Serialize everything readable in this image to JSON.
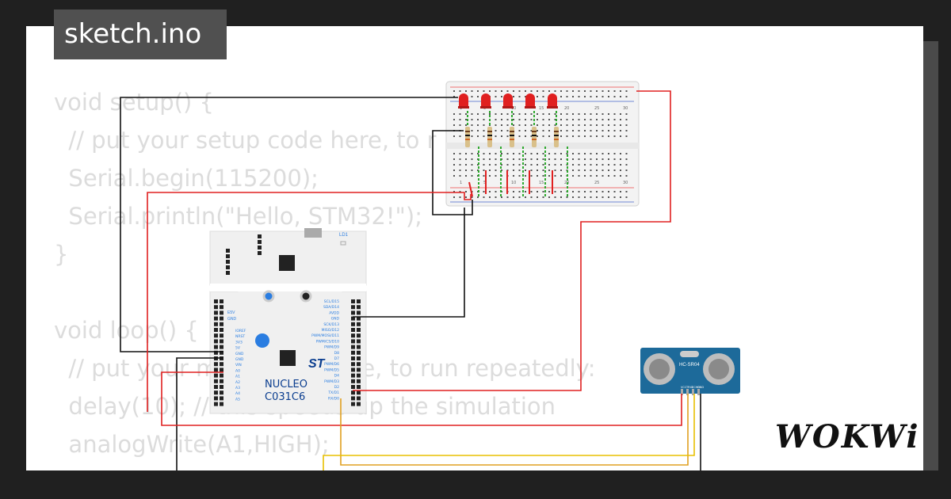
{
  "file": {
    "name": "sketch.ino"
  },
  "code_lines": [
    "void setup() {",
    "  // put your setup code here, to r",
    "  Serial.begin(115200);",
    "  Serial.println(\"Hello, STM32!\");",
    "}",
    "",
    "void loop() {",
    "  // put your main code here, to run repeatedly:",
    "  delay(10); // this speeds up the simulation",
    "  analogWrite(A1,HIGH);",
    "}"
  ],
  "board": {
    "line1": "NUCLEO",
    "line2": "C031C6",
    "brand": "ST",
    "led_label": "LD1",
    "left_header_labels": [
      "IOREF",
      "NRST",
      "3V3",
      "5V",
      "GND",
      "GND",
      "VIN",
      "A0",
      "A1",
      "A2",
      "A3",
      "A4",
      "A5"
    ],
    "right_header_labels": [
      "SCL/D15",
      "SDA/D14",
      "AVDD",
      "GND",
      "SCK/D13",
      "MISO/D12",
      "PWM/MOSI/D11",
      "PWM/CS/D10",
      "PWM/D9",
      "D8",
      "D7",
      "PWM/D6",
      "PWM/D5",
      "D4",
      "PWM/D3",
      "D2",
      "TX/D1",
      "RX/D0"
    ],
    "e5v_label": "E5V",
    "gnd_label": "GND"
  },
  "sensor": {
    "model": "HC-SR04",
    "pins": [
      "VCC",
      "TRIG",
      "ECHO",
      "GND"
    ]
  },
  "breadboard": {
    "col_numbers": [
      "1",
      "5",
      "10",
      "15",
      "20",
      "25",
      "30"
    ]
  },
  "brand": {
    "logo": "WOKWi"
  },
  "colors": {
    "wire_red": "#e02020",
    "wire_black": "#111111",
    "wire_green": "#2ea82e",
    "wire_orange": "#e0a020",
    "wire_yellow": "#e8c000",
    "led_red": "#e02020",
    "board": "#f0f0f0",
    "sensor_blue": "#1d6a9a"
  }
}
